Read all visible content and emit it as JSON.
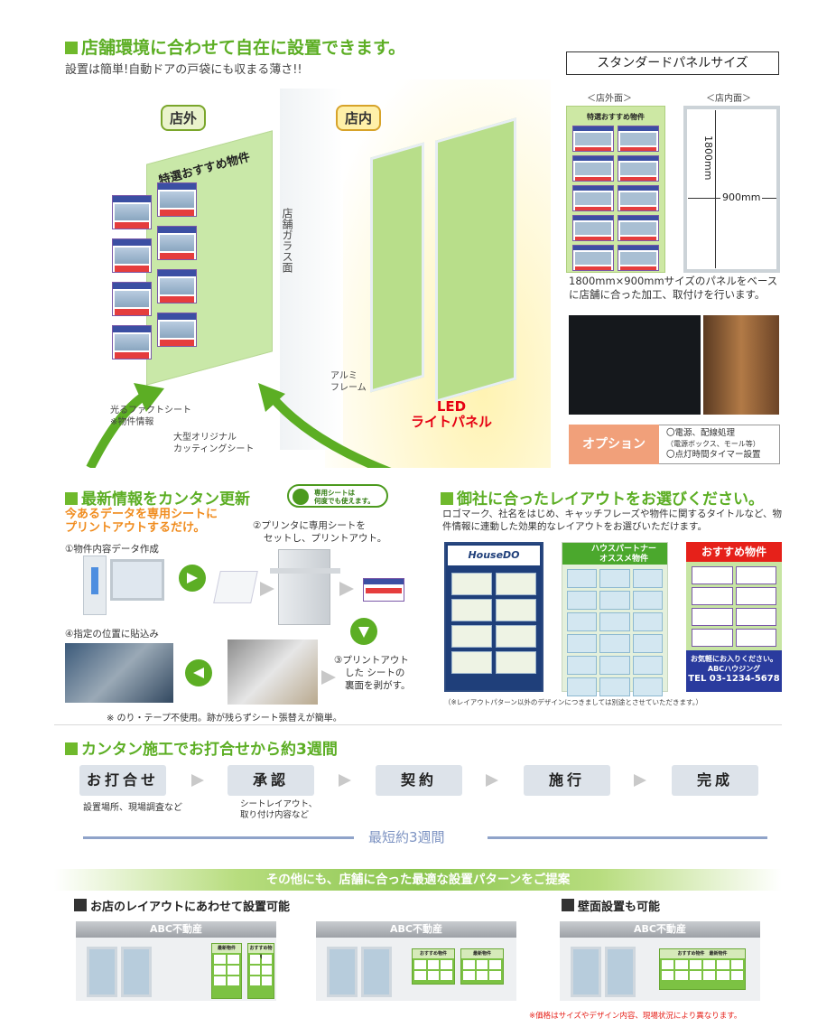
{
  "section1": {
    "title": "店舗環境に合わせて自在に設置できます。",
    "subtitle": "設置は簡単!自動ドアの戸袋にも収まる薄さ!!",
    "tag_outside": "店外",
    "tag_inside": "店内",
    "board_title": "特選おすすめ物件",
    "glass_label": "店舗ガラス面",
    "annot_fact": [
      "光るファクトシート",
      "※物件情報"
    ],
    "annot_cut": [
      "大型オリジナル",
      "カッティングシート"
    ],
    "annot_alumi": [
      "アルミ",
      "フレーム"
    ],
    "led_label": [
      "LED",
      "ライトパネル"
    ]
  },
  "standard": {
    "title": "スタンダードパネルサイズ",
    "out_label": "＜店外面＞",
    "in_label": "＜店内面＞",
    "out_panel_title": "特選おすすめ物件",
    "height": "1800mm",
    "width": "900mm",
    "desc": "1800mm×900mmサイズのパネルをベースに店舗に合った加工、取付けを行います。",
    "option_label": "オプション",
    "option_lines": [
      "〇電源、配線処理",
      "（電源ボックス、モール等）",
      "〇点灯時間タイマー設置"
    ]
  },
  "section2": {
    "title": "最新情報をカンタン更新",
    "badge": [
      "専用シートは",
      "何度でも使えます。"
    ],
    "orange": [
      "今あるデータを専用シートに",
      "プリントアウトするだけ。"
    ],
    "step1": "①物件内容データ作成",
    "step2": [
      "②プリンタに専用シートを",
      "セットし、プリントアウト。"
    ],
    "step3": [
      "③プリントアウト",
      "した シートの",
      "裏面を剥がす。"
    ],
    "step4": "④指定の位置に貼込み",
    "note": "※ のり・テープ不使用。跡が残らずシート張替えが簡単。"
  },
  "section3": {
    "title": "御社に合ったレイアウトをお選びください。",
    "desc": "ロゴマーク、社名をはじめ、キャッチフレーズや物件に関するタイトルなど、物件情報に連動した効果的なレイアウトをお選びいただけます。",
    "layout1_header": "HouseDO",
    "layout2_header": [
      "ハウスパートナー",
      "オススメ物件"
    ],
    "layout3_header": "おすすめ物件",
    "layout3_footer": [
      "お気軽にお入りください。",
      "ABCハウジング",
      "TEL 03-1234-5678"
    ],
    "note": "（※レイアウトパターン以外のデザインにつきましては別途とさせていただきます。）"
  },
  "section4": {
    "title": "カンタン施工でお打合せから約3週間",
    "steps": [
      "お打合せ",
      "承認",
      "契約",
      "施行",
      "完成"
    ],
    "step1_sub": "設置場所、現場調査など",
    "step2_sub": [
      "シートレイアウト、",
      "取り付け内容など"
    ],
    "weeks": "最短約3週間"
  },
  "section5": {
    "banner": "その他にも、店舗に合った最適な設置パターンをご提案",
    "sub_a": "お店のレイアウトにあわせて設置可能",
    "sub_b": "壁面設置も可能",
    "store_name": "ABC不動産",
    "panel_title_1": "最新物件",
    "panel_title_2": "おすすめ物件",
    "note": "※価格はサイズやデザイン内容、現場状況により異なります。"
  },
  "colors": {
    "green": "#5cae24",
    "orange": "#f08c1e",
    "red": "#e60012",
    "steps_bg": "#dde3ea"
  }
}
